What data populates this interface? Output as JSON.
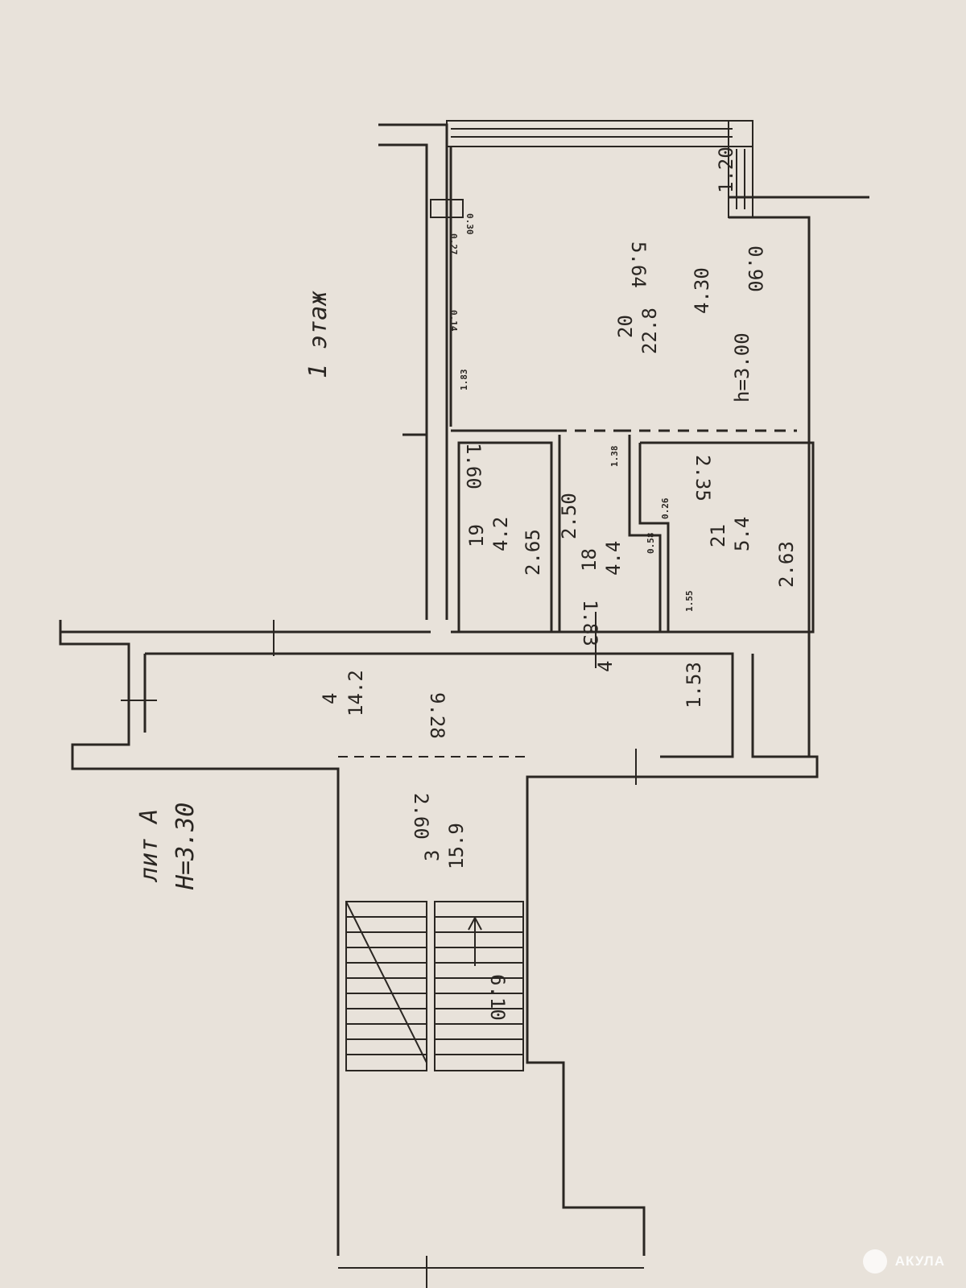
{
  "title": {
    "floor": "1 этаж",
    "liter": "лит А",
    "height": "H=3.30"
  },
  "rooms": {
    "r20": {
      "number": "20",
      "area": "22.8",
      "dims": [
        "5.64",
        "4.30",
        "0.90",
        "1.20"
      ],
      "height": "h=3.00",
      "small": [
        "0.30",
        "0.27",
        "0.14",
        "1.83"
      ]
    },
    "r19": {
      "number": "19",
      "area": "4.2",
      "dims": [
        "1.60",
        "2.65"
      ]
    },
    "r18": {
      "number": "18",
      "area": "4.4",
      "dims": [
        "2.50",
        "1.83",
        "1.38"
      ],
      "small": [
        "0.58",
        "0.26"
      ]
    },
    "r21": {
      "number": "21",
      "area": "5.4",
      "dims": [
        "2.35",
        "2.63"
      ],
      "small": [
        "1.55"
      ]
    },
    "r4": {
      "number": "4",
      "area": "14.2",
      "dims": [
        "9.28",
        "1.53"
      ],
      "section": "4"
    },
    "r3": {
      "number": "3",
      "area": "15.9",
      "dims": [
        "2.60",
        "6.10"
      ]
    }
  },
  "watermark": {
    "brand": "АКУЛА"
  },
  "colors": {
    "paper": "#e8e2da",
    "ink": "#2a2622"
  }
}
